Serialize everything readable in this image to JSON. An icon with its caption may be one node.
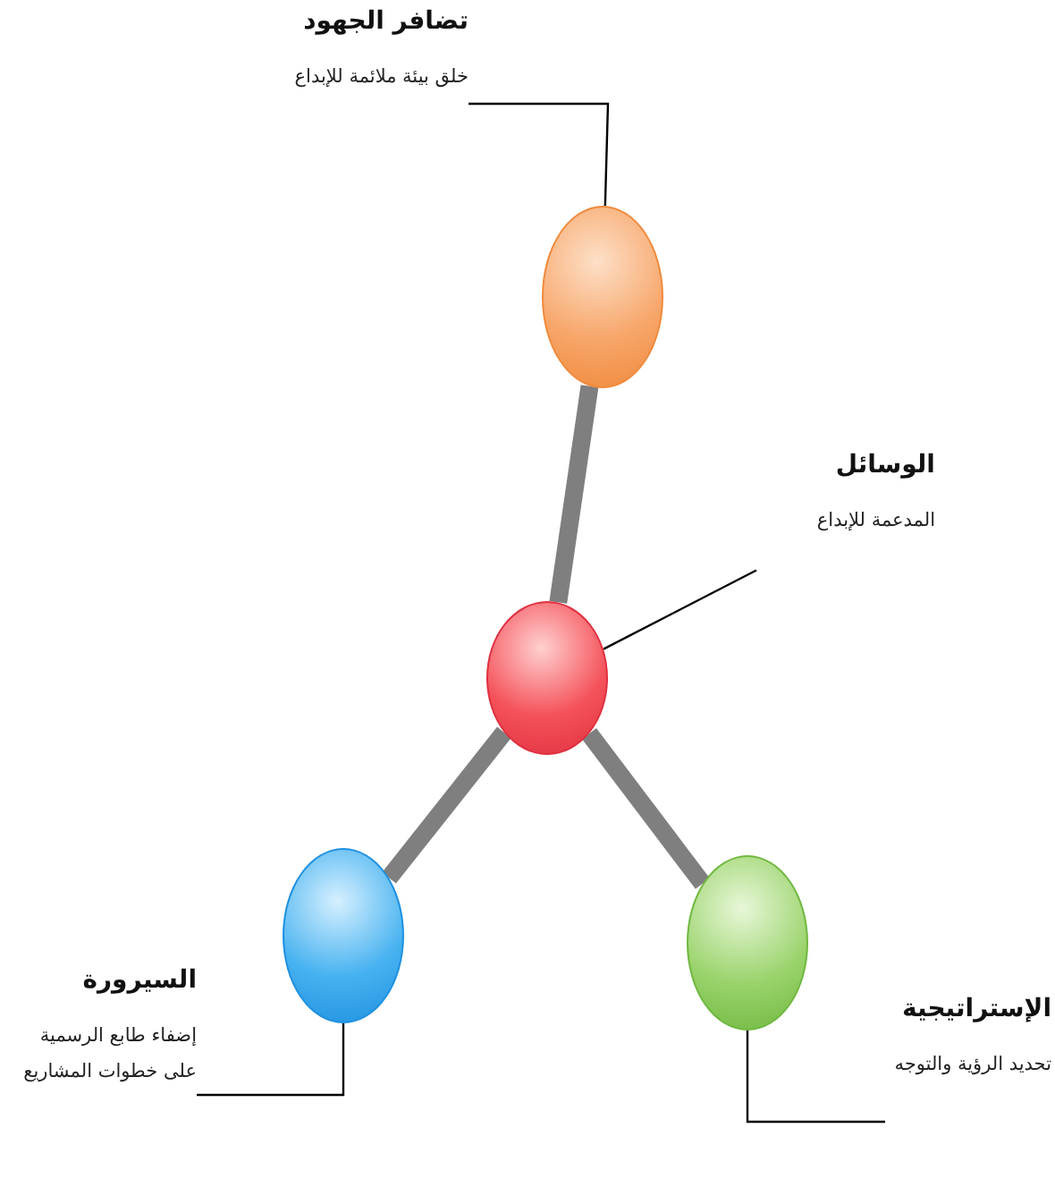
{
  "diagram": {
    "nodes": [
      {
        "text": [
          "تضافر الجهود",
          "خلق بيئة ملائمة للإبداع"
        ]
      },
      {
        "text": [],
        "shape": "circle"
      },
      {
        "text": [
          "الوسائل",
          "المدعمة للإبداع"
        ]
      },
      {
        "text": [],
        "shape": "circle"
      },
      {
        "text": [],
        "shape": "circle"
      },
      {
        "text": [],
        "shape": "circle"
      },
      {
        "text": [
          "السيرورة",
          "إضفاء طابع الرسمية على خطوات المشاريع"
        ]
      },
      {
        "text": [
          "الإستراتيجية",
          "تحديد الرؤية والتوجه"
        ]
      }
    ],
    "edges": [
      {
        "from": 3,
        "to": 1,
        "arrow": "none",
        "style": "thick",
        "color": "#7f7f7f"
      },
      {
        "from": 3,
        "to": 4,
        "arrow": "none",
        "style": "thick",
        "color": "#7f7f7f"
      },
      {
        "from": 3,
        "to": 5,
        "arrow": "none",
        "style": "thick",
        "color": "#7f7f7f"
      },
      {
        "from": 0,
        "to": 1,
        "arrow": "none"
      },
      {
        "from": 2,
        "to": 3,
        "arrow": "none"
      },
      {
        "from": 6,
        "to": 4,
        "arrow": "none"
      },
      {
        "from": 7,
        "to": 5,
        "arrow": "none"
      }
    ]
  }
}
